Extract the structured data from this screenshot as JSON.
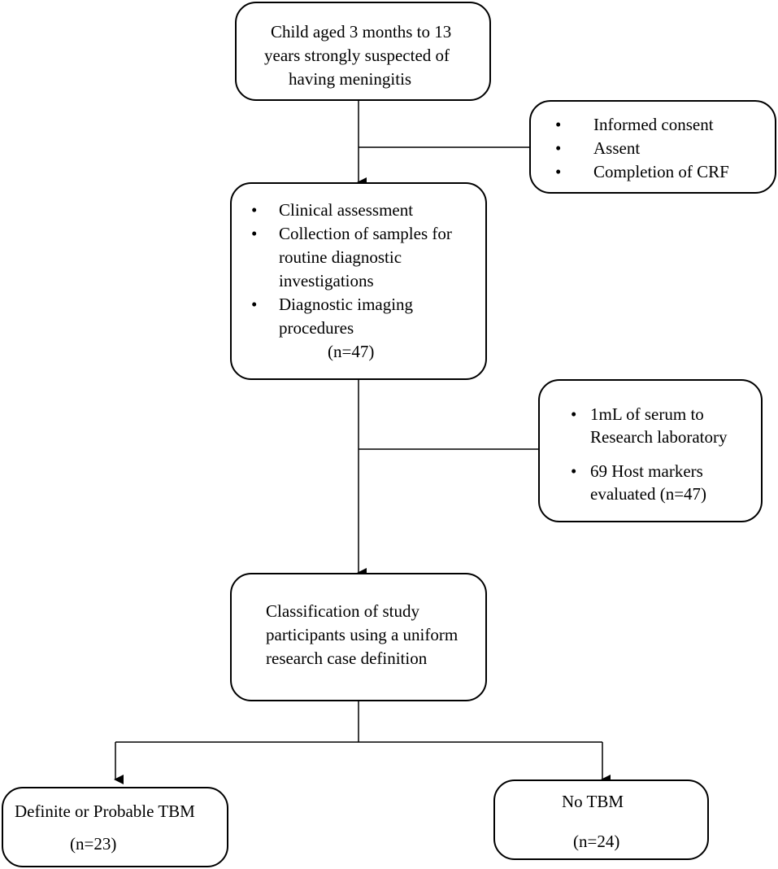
{
  "nodes": {
    "start": {
      "lines": [
        "Child aged 3 months to 13",
        "years strongly suspected of",
        "having meningitis"
      ]
    },
    "consent": {
      "bullet": "•",
      "items": [
        "Informed consent",
        "Assent",
        "Completion of CRF"
      ]
    },
    "assessment": {
      "bullet": "•",
      "items": [
        [
          "Clinical  assessment"
        ],
        [
          "Collection of samples for",
          "routine diagnostic",
          "investigations"
        ],
        [
          "Diagnostic imaging",
          "procedures"
        ]
      ],
      "count": "(n=47)"
    },
    "lab": {
      "bullet": "•",
      "items": [
        [
          "1mL of serum to",
          "Research laboratory"
        ],
        [
          "69 Host markers",
          "evaluated  (n=47)"
        ]
      ]
    },
    "classification": {
      "lines": [
        "Classification of study",
        "participants using a uniform",
        "research case definition"
      ]
    },
    "tbm": {
      "label": "Definite  or Probable TBM",
      "count": "(n=23)"
    },
    "no_tbm": {
      "label": "No TBM",
      "count": "(n=24)"
    }
  }
}
